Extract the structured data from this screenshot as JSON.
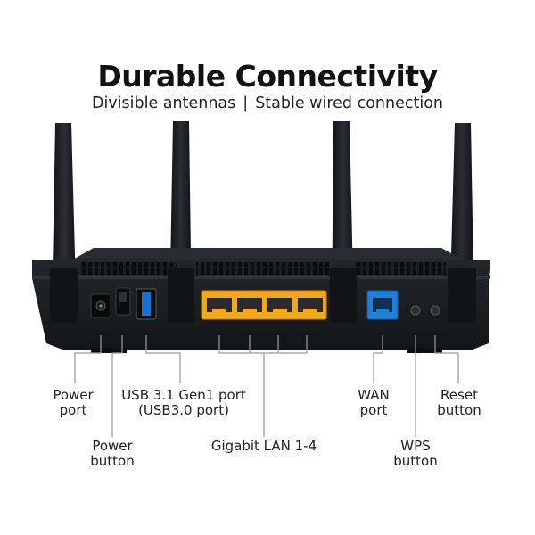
{
  "header": {
    "title": "Durable Connectivity",
    "subtitle_left": "Divisible antennas",
    "subtitle_sep": "|",
    "subtitle_right": "Stable wired connection"
  },
  "labels": {
    "power_port": [
      "Power",
      "port"
    ],
    "power_button": [
      "Power",
      "button"
    ],
    "usb_port": [
      "USB 3.1 Gen1 port",
      "(USB3.0 port)"
    ],
    "lan": [
      "Gigabit LAN 1-4"
    ],
    "wan_port": [
      "WAN",
      "port"
    ],
    "wps_button": [
      "WPS",
      "button"
    ],
    "reset_button": [
      "Reset",
      "button"
    ]
  },
  "colors": {
    "body": "#1b1d21",
    "lan_ports": "#f2a81c",
    "wan_port": "#1f7fd9",
    "callout": "#9a9a9a"
  }
}
